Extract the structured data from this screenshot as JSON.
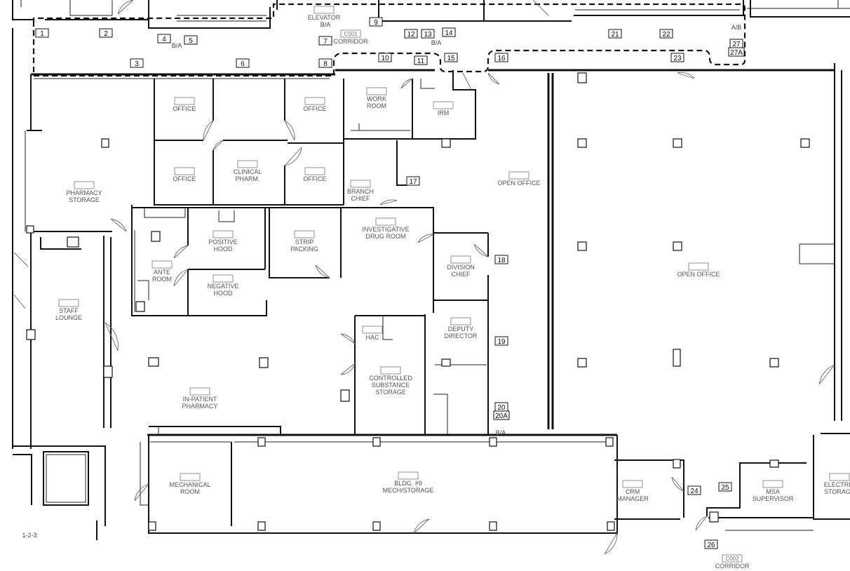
{
  "rooms": [
    {
      "id": "r_off1",
      "number": "",
      "name": [
        "OFFICE"
      ]
    },
    {
      "id": "r_off2",
      "number": "",
      "name": [
        "OFFICE"
      ]
    },
    {
      "id": "r_off3",
      "number": "",
      "name": [
        "OFFICE"
      ]
    },
    {
      "id": "r_clin",
      "number": "",
      "name": [
        "CLINICAL",
        "PHARM."
      ]
    },
    {
      "id": "r_off4",
      "number": "",
      "name": [
        "OFFICE"
      ]
    },
    {
      "id": "r_work",
      "number": "",
      "name": [
        "WORK",
        "ROOM"
      ]
    },
    {
      "id": "r_irm",
      "number": "",
      "name": [
        "IRM"
      ]
    },
    {
      "id": "r_branch",
      "number": "",
      "name": [
        "BRANCH",
        "CHIEF"
      ]
    },
    {
      "id": "r_pharmsto",
      "number": "",
      "name": [
        "PHARMACY",
        "STORAGE"
      ]
    },
    {
      "id": "r_posh",
      "number": "",
      "name": [
        "POSITIVE",
        "HOOD"
      ]
    },
    {
      "id": "r_strip",
      "number": "",
      "name": [
        "STRIP",
        "PACKING"
      ]
    },
    {
      "id": "r_inv",
      "number": "",
      "name": [
        "INVESTIGATIVE",
        "DRUG ROOM"
      ]
    },
    {
      "id": "r_ante",
      "number": "",
      "name": [
        "ANTE",
        "ROOM"
      ]
    },
    {
      "id": "r_negh",
      "number": "",
      "name": [
        "NEGATIVE",
        "HOOD"
      ]
    },
    {
      "id": "r_div",
      "number": "",
      "name": [
        "DIVISION",
        "CHIEF"
      ]
    },
    {
      "id": "r_staff",
      "number": "",
      "name": [
        "STAFF",
        "LOUNGE"
      ]
    },
    {
      "id": "r_hac",
      "number": "",
      "name": [
        "HAC"
      ]
    },
    {
      "id": "r_dep",
      "number": "",
      "name": [
        "DEPUTY",
        "DIRECTOR"
      ]
    },
    {
      "id": "r_css",
      "number": "",
      "name": [
        "CONTROLLED",
        "SUBSTANCE",
        "STORAGE"
      ]
    },
    {
      "id": "r_inpat",
      "number": "",
      "name": [
        "IN-PATIENT",
        "PHARMACY"
      ]
    },
    {
      "id": "r_openoff1",
      "number": "",
      "name": [
        "OPEN OFFICE"
      ]
    },
    {
      "id": "r_openoff2",
      "number": "",
      "name": [
        "OPEN OFFICE"
      ]
    },
    {
      "id": "r_mech",
      "number": "",
      "name": [
        "MECHANICAL",
        "ROOM"
      ]
    },
    {
      "id": "r_bldg",
      "number": "",
      "name": [
        "BLDG. #9",
        "MECH/STORAGE"
      ]
    },
    {
      "id": "r_crm",
      "number": "",
      "name": [
        "CRM",
        "MANAGER"
      ]
    },
    {
      "id": "r_msa",
      "number": "",
      "name": [
        "MSA",
        "SUPERVISOR"
      ]
    },
    {
      "id": "r_elec",
      "number": "",
      "name": [
        "ELECTRIC",
        "STORAGE"
      ]
    },
    {
      "id": "r_corr1",
      "number": "C001",
      "name": [
        "CORRIDOR"
      ]
    },
    {
      "id": "r_corr2",
      "number": "C002",
      "name": [
        "CORRIDOR"
      ]
    },
    {
      "id": "r_elev",
      "number": "",
      "name": [
        "ELEVATOR"
      ]
    }
  ],
  "tags": [
    "1",
    "2",
    "3",
    "4",
    "5",
    "6",
    "7",
    "8",
    "9",
    "10",
    "11",
    "12",
    "13",
    "14",
    "15",
    "16",
    "17",
    "18",
    "19",
    "20",
    "20A",
    "21",
    "22",
    "23",
    "24",
    "25",
    "26",
    "27",
    "27A"
  ],
  "labels": {
    "ba1": "B/A",
    "ba2": "B/A",
    "ba3": "B/A",
    "ba4": "B/A",
    "ab": "A/B",
    "sheet": "1-2-3"
  }
}
